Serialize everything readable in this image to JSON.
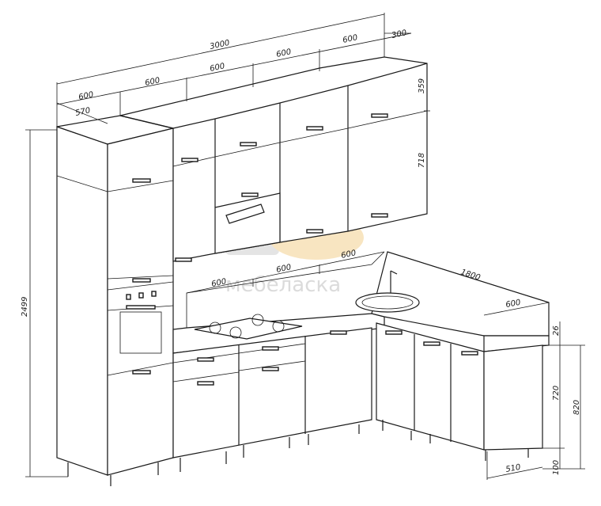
{
  "watermark": "мебеласка",
  "dimensions": {
    "total_width_upper": "3000",
    "upper_depth": "300",
    "tall_width": "600",
    "tall_depth": "570",
    "upper_module_2": "600",
    "upper_module_3": "600",
    "upper_module_4": "600",
    "upper_module_5": "600",
    "upper_top_height": "359",
    "upper_height": "718",
    "total_height": "2499",
    "base_module_1": "600",
    "base_module_2": "600",
    "base_module_3": "600",
    "corner_run": "1800",
    "corner_depth": "600",
    "countertop": "26",
    "base_height": "720",
    "base_total_height": "820",
    "plinth": "100",
    "base_depth": "510"
  },
  "colors": {
    "line": "#1a1a1a",
    "watermark": "#d8d8d8",
    "watermark_accent": "#f8d9a0"
  }
}
